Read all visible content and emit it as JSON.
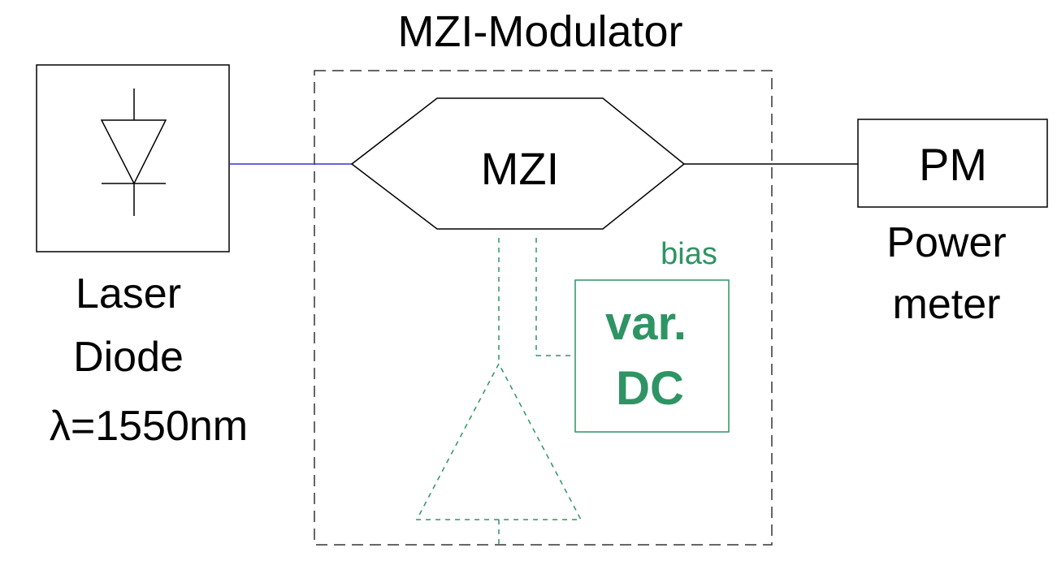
{
  "title": "MZI-Modulator",
  "laser": {
    "label_line1": "Laser",
    "label_line2": "Diode",
    "label_line3": "λ=1550nm"
  },
  "mzi": {
    "label": "MZI"
  },
  "power_meter": {
    "box_label": "PM",
    "label_line1": "Power",
    "label_line2": "meter"
  },
  "bias": {
    "label": "bias",
    "source_line1": "var.",
    "source_line2": "DC"
  },
  "colors": {
    "outline": "#000000",
    "optical_input": "#3333cc",
    "electrical": "#2e9463",
    "dashed_box": "#333333"
  }
}
